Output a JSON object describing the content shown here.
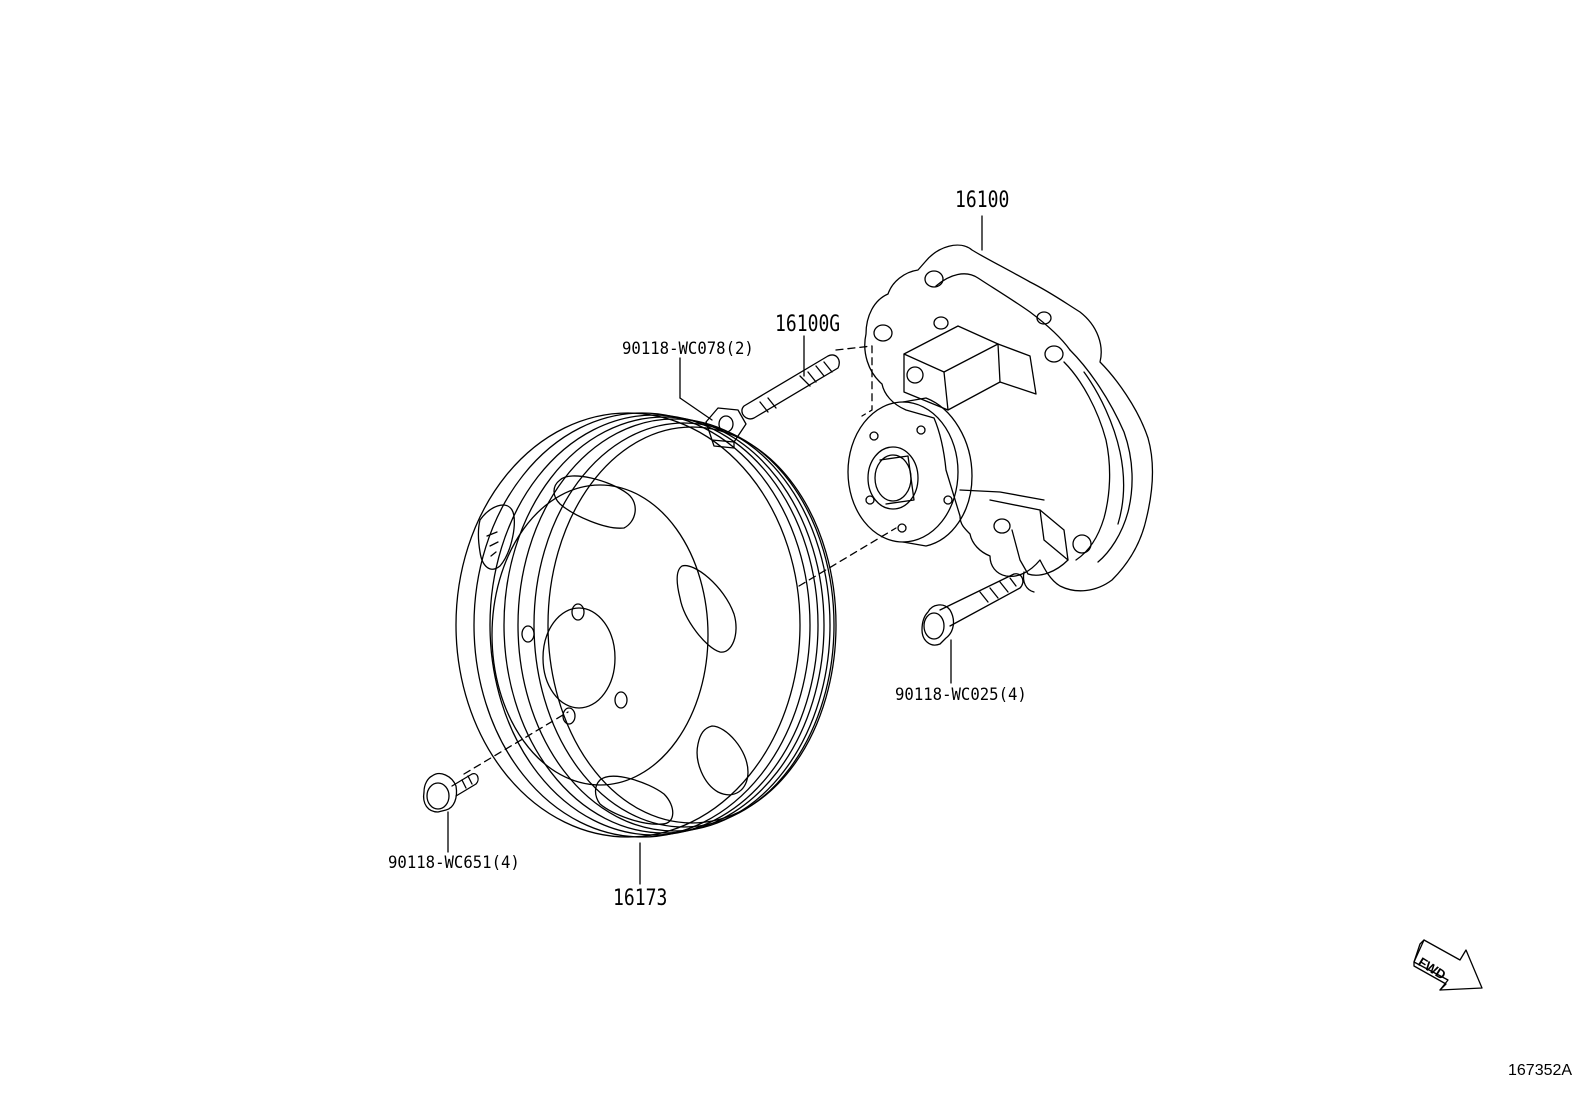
{
  "callouts": {
    "water_pump": "16100",
    "stud": "16100G",
    "nut": "90118-WC078(2)",
    "pump_bolt": "90118-WC025(4)",
    "pulley_bolt": "90118-WC651(4)",
    "pulley": "16173"
  },
  "direction_indicator": {
    "label": "FWD",
    "icon": "fwd-arrow-icon"
  },
  "reference_number": "167352A",
  "colors": {
    "line": "#000000",
    "background": "#ffffff"
  }
}
